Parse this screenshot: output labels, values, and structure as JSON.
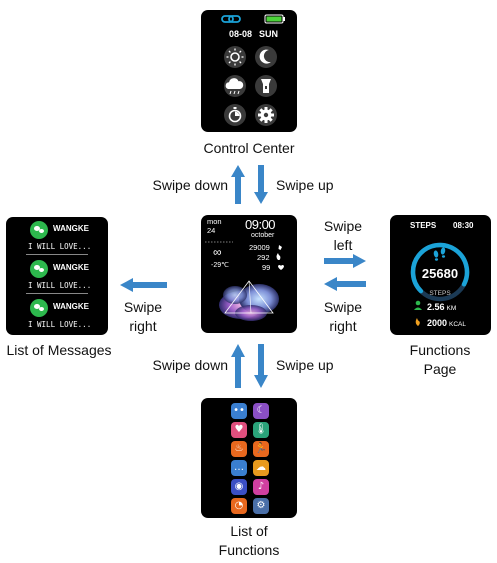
{
  "colors": {
    "arrow": "#3a86c8",
    "screen_bg": "#000000",
    "accent_cyan": "#1ba3d8",
    "wechat_green": "#2db84d"
  },
  "control_center": {
    "caption": "Control Center",
    "date": "08-08",
    "weekday": "SUN",
    "icons": [
      "link-icon",
      "battery-icon",
      "brightness-icon",
      "moon-icon",
      "weather-icon",
      "flashlight-icon",
      "timer-icon",
      "settings-icon"
    ]
  },
  "main_screen": {
    "month": "mon",
    "day": "24",
    "time": "09:00",
    "month_name": "october",
    "infinity": "∞",
    "temperature": "-29℃",
    "steps": "29009",
    "calories": "292",
    "heart_rate": "99"
  },
  "messages": {
    "caption": "List of Messages",
    "items": [
      {
        "sender": "WANGKE",
        "text": "I WILL LOVE..."
      },
      {
        "sender": "WANGKE",
        "text": "I WILL LOVE..."
      },
      {
        "sender": "WANGKE",
        "text": "I WILL LOVE..."
      }
    ]
  },
  "functions_page": {
    "caption_line1": "Functions",
    "caption_line2": "Page",
    "header_left": "STEPS",
    "header_right": "08:30",
    "steps_value": "25680",
    "steps_label": "STEPS",
    "distance_value": "2.56",
    "distance_unit": "KM",
    "calories_value": "2000",
    "calories_unit": "KCAL",
    "progress": 0.7
  },
  "functions_list": {
    "caption_line1": "List of",
    "caption_line2": "Functions",
    "icons": [
      {
        "name": "footsteps-icon",
        "color": "#3a7fd0"
      },
      {
        "name": "sleep-icon",
        "color": "#8a4fc4"
      },
      {
        "name": "heart-icon",
        "color": "#e04f7e"
      },
      {
        "name": "thermometer-icon",
        "color": "#2aa37a"
      },
      {
        "name": "fire-icon",
        "color": "#e8681e"
      },
      {
        "name": "running-icon",
        "color": "#e8681e"
      },
      {
        "name": "message-icon",
        "color": "#3a7fd0"
      },
      {
        "name": "weather-icon",
        "color": "#e89a1e"
      },
      {
        "name": "music-disc-icon",
        "color": "#3b4fc4"
      },
      {
        "name": "music-note-icon",
        "color": "#d03fa0"
      },
      {
        "name": "timer-icon",
        "color": "#e8681e"
      },
      {
        "name": "settings-icon",
        "color": "#4a6fa8"
      }
    ]
  },
  "gestures": {
    "top_left": "Swipe down",
    "top_right": "Swipe up",
    "left_line1": "Swipe",
    "left_line2": "right",
    "right_top_line1": "Swipe",
    "right_top_line2": "left",
    "right_bottom_line1": "Swipe",
    "right_bottom_line2": "right",
    "bottom_left": "Swipe down",
    "bottom_right": "Swipe up"
  }
}
